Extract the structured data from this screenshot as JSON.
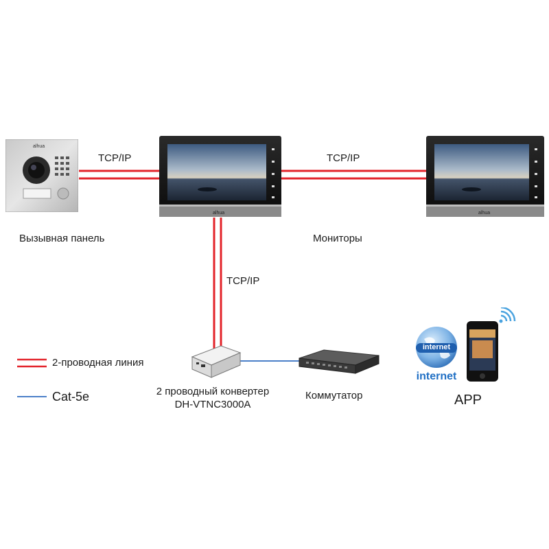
{
  "colors": {
    "two_wire": "#e3232a",
    "cat5e": "#4a7fc8"
  },
  "links": {
    "panel_to_monitor": "TCP/IP",
    "monitor_to_monitor": "TCP/IP",
    "monitor_to_converter": "TCP/IP"
  },
  "devices": {
    "door_panel": "Вызывная панель",
    "monitors": "Мониторы",
    "converter_line1": "2 проводный конвертер",
    "converter_line2": "DH-VTNC3000A",
    "switch": "Коммутатор",
    "app": "APP"
  },
  "brand": {
    "logo": "alhua"
  },
  "internet": {
    "globe_label": "internet",
    "caption": "internet"
  },
  "legend": [
    {
      "label": "2-проводная линия",
      "style": "double-red"
    },
    {
      "label": "Cat-5e",
      "style": "single-blue"
    }
  ]
}
